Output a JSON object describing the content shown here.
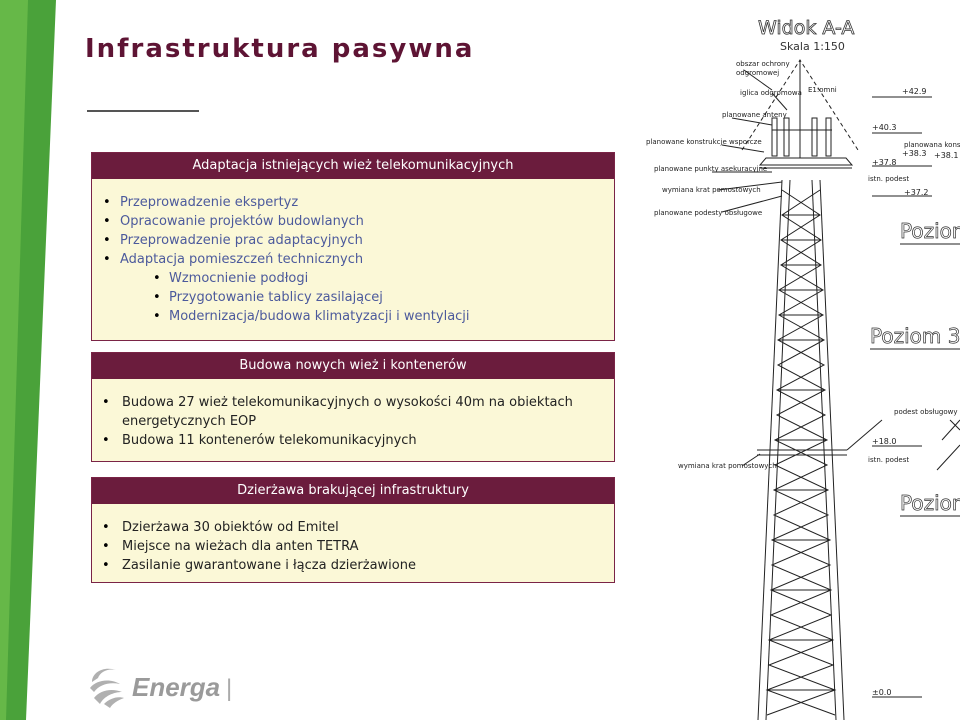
{
  "title": "Infrastruktura pasywna",
  "sections": [
    {
      "header": "Adaptacja istniejących wież telekomunikacyjnych",
      "items": [
        "Przeprowadzenie ekspertyz",
        "Opracowanie projektów budowlanych",
        "Przeprowadzenie prac adaptacyjnych",
        "Adaptacja pomieszczeń technicznych"
      ],
      "subitems": [
        "Wzmocnienie podłogi",
        "Przygotowanie tablicy zasilającej",
        "Modernizacja/budowa klimatyzacji i wentylacji"
      ]
    },
    {
      "header": "Budowa nowych wież i kontenerów",
      "items": [
        "Budowa 27 wież telekomunikacyjnych o wysokości 40m na obiektach energetycznych EOP",
        "Budowa 11 kontenerów telekomunikacyjnych"
      ]
    },
    {
      "header": "Dzierżawa brakującej infrastruktury",
      "items": [
        "Dzierżawa 30 obiektów od Emitel",
        "Miejsce na wieżach dla anten TETRA",
        "Zasilanie gwarantowane i łącza dzierżawione"
      ]
    }
  ],
  "drawing": {
    "title": "Widok A-A",
    "scale": "Skala 1:150",
    "labels": {
      "obszar": "obszar ochrony",
      "odgromowej": "odgromowej",
      "iglica": "iglica odgromowa",
      "e1": "E1:omni",
      "anteny": "planowane anteny",
      "konstrukcje": "planowane konstrukcje wsporcze",
      "punkty": "planowane punkty asekuracyjne",
      "kraty": "wymiana krat pomostowych",
      "podesty": "planowane podesty obsługowe",
      "podest": "podest obsługowy",
      "kraty2": "wymiana krat pomostowych",
      "kons_r": "planowana konstrukcja",
      "istn": "istn. podest"
    },
    "levels": [
      "+42.9",
      "+40.3",
      "+38.3",
      "+38.1",
      "+37.8",
      "+37.2",
      "+18.0",
      "±0.0"
    ],
    "poziom": [
      "Poziom",
      "Poziom 3",
      "Poziom"
    ]
  },
  "logo": {
    "name": "Energa",
    "separator": "|"
  },
  "colors": {
    "header": "#6b1c3d",
    "box": "#fbf8d7",
    "title": "#5e1434",
    "green": "#4aa23a",
    "bullet_text": "#4c5a9c"
  },
  "icons": [
    "energa-logo-icon",
    "tower-drawing"
  ]
}
